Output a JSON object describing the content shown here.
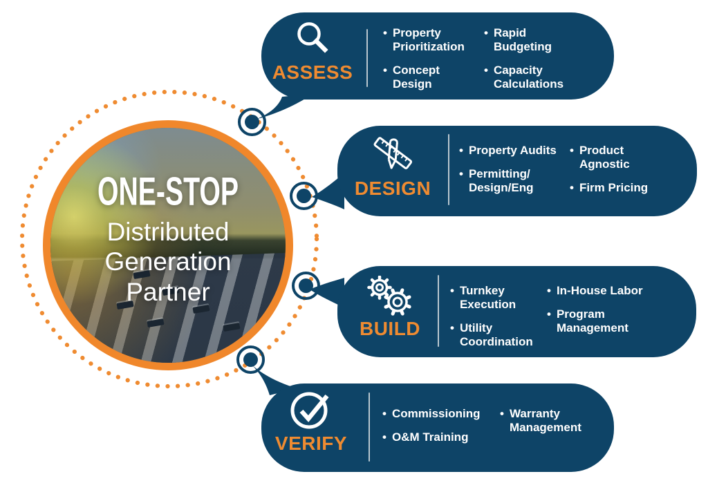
{
  "center": {
    "title": "ONE-STOP",
    "line1": "Distributed",
    "line2": "Generation",
    "line3": "Partner"
  },
  "ui": {
    "bullet": "•"
  },
  "stages": [
    {
      "label": "ASSESS",
      "icon": "magnifier-icon",
      "col1": [
        {
          "text": "Property\nPrioritization"
        },
        {
          "text": "Concept\nDesign"
        }
      ],
      "col2": [
        {
          "text": "Rapid\nBudgeting"
        },
        {
          "text": "Capacity\nCalculations"
        }
      ]
    },
    {
      "label": "DESIGN",
      "icon": "pencil-ruler-icon",
      "col1": [
        {
          "text": "Property Audits"
        },
        {
          "text": "Permitting/\nDesign/Eng"
        }
      ],
      "col2": [
        {
          "text": "Product\nAgnostic"
        },
        {
          "text": "Firm Pricing"
        }
      ]
    },
    {
      "label": "BUILD",
      "icon": "gears-icon",
      "col1": [
        {
          "text": "Turnkey\nExecution"
        },
        {
          "text": "Utility\nCoordination"
        }
      ],
      "col2": [
        {
          "text": "In-House Labor"
        },
        {
          "text": "Program\nManagement"
        }
      ]
    },
    {
      "label": "VERIFY",
      "icon": "check-circle-icon",
      "col1": [
        {
          "text": "Commissioning"
        },
        {
          "text": "O&M Training"
        }
      ],
      "col2": [
        {
          "text": "Warranty\nManagement"
        }
      ]
    }
  ],
  "colors": {
    "navy": "#0E4467",
    "orange": "#EF8B31",
    "ring_orange": "#F0872B",
    "text": "#FFFFFF",
    "divider": "#B9C7CF"
  }
}
